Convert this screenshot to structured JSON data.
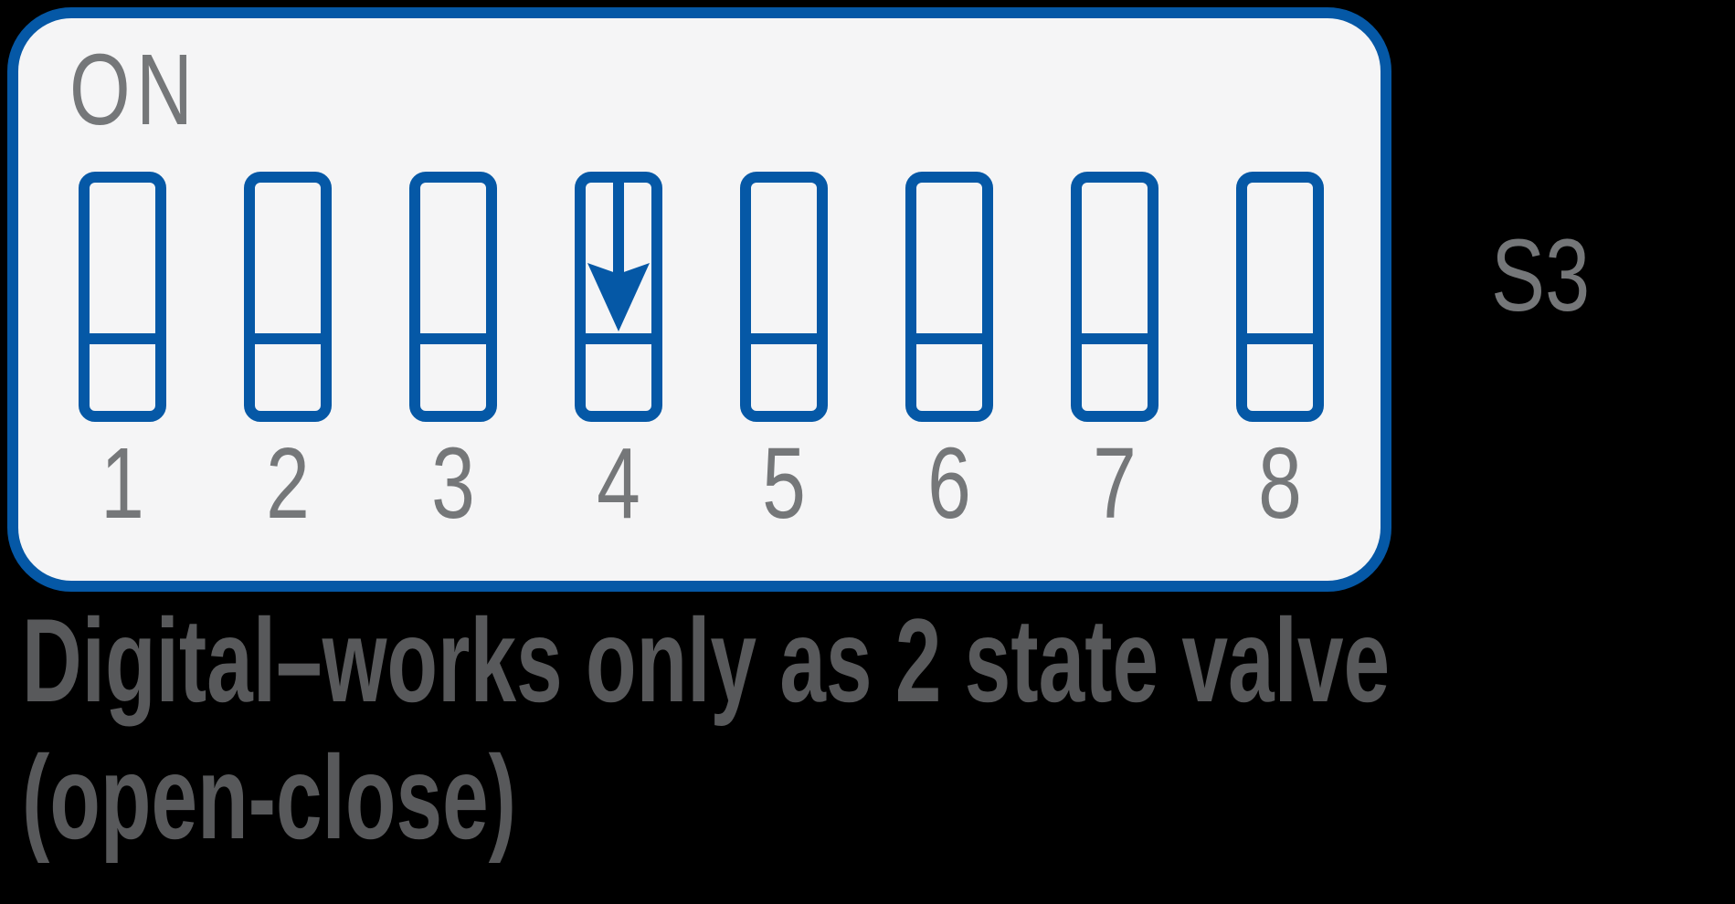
{
  "panel": {
    "on_label": "ON",
    "switches": [
      {
        "number": "1",
        "arrow": false
      },
      {
        "number": "2",
        "arrow": false
      },
      {
        "number": "3",
        "arrow": false
      },
      {
        "number": "4",
        "arrow": true
      },
      {
        "number": "5",
        "arrow": false
      },
      {
        "number": "6",
        "arrow": false
      },
      {
        "number": "7",
        "arrow": false
      },
      {
        "number": "8",
        "arrow": false
      }
    ]
  },
  "side_label": "S3",
  "caption": {
    "line1": "Digital–works only as 2 state valve",
    "line2": "(open-close)"
  },
  "colors": {
    "accent_blue": "#0558a6",
    "panel_bg": "#f5f5f6",
    "label_gray": "#757779",
    "caption_gray": "#58595b",
    "background": "#000000"
  }
}
